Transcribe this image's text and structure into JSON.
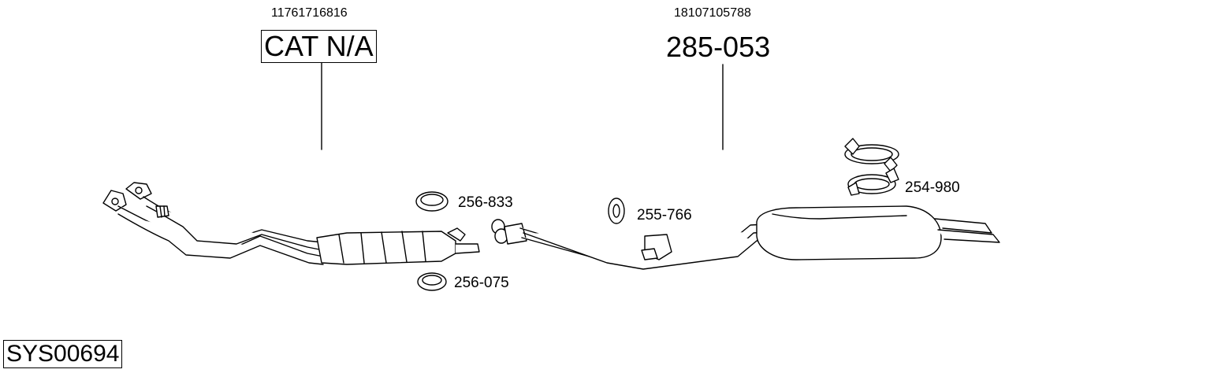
{
  "diagram": {
    "oe_numbers": [
      "11761716816",
      "18107105788"
    ],
    "main_parts": [
      "CAT N/A",
      "285-053"
    ],
    "small_parts": [
      "256-833",
      "256-075",
      "255-766",
      "254-980"
    ],
    "system_id": "SYS00694"
  }
}
